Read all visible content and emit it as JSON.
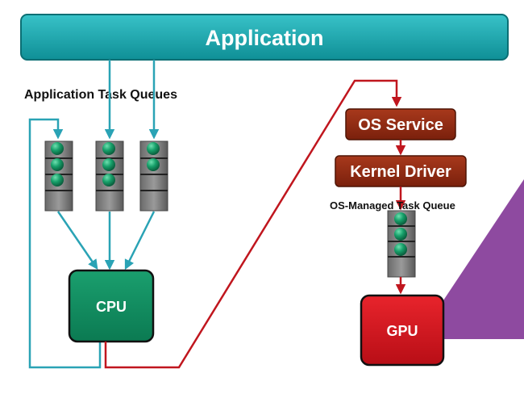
{
  "application": {
    "label": "Application"
  },
  "app_queues": {
    "label": "Application Task Queues"
  },
  "os_service": {
    "label": "OS Service"
  },
  "kernel_driver": {
    "label": "Kernel Driver"
  },
  "os_queue": {
    "label": "OS-Managed Task Queue"
  },
  "cpu": {
    "label": "CPU"
  },
  "gpu": {
    "label": "GPU"
  },
  "colors": {
    "application": "#1aa3a8",
    "teal_line": "#2aa3b5",
    "red_line": "#c0161e",
    "os_box": "#8e2a14",
    "cpu": "#0f8a5f",
    "gpu": "#d1121f",
    "purple": "#8e4aa0",
    "task": "#1a9d66"
  }
}
